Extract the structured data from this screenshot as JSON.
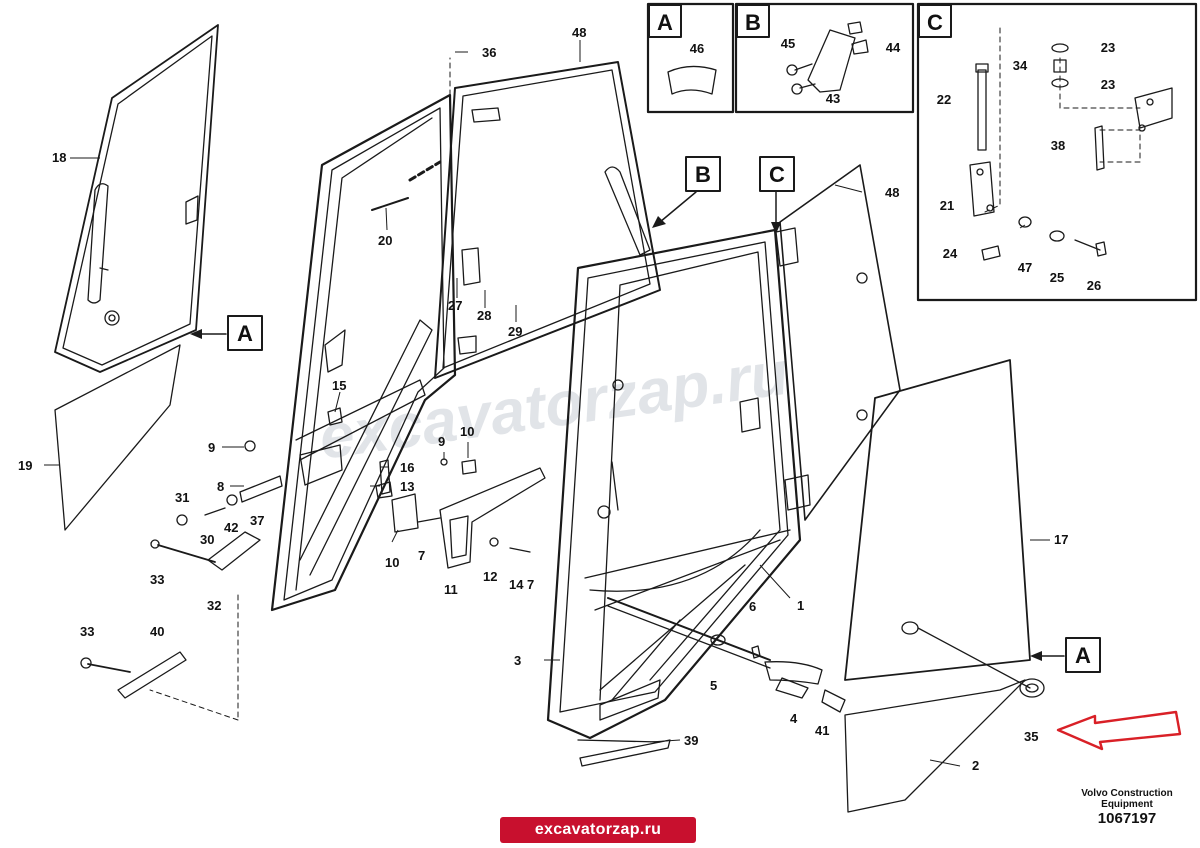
{
  "watermark": "excavatorzap.ru",
  "site_badge": "excavatorzap.ru",
  "footer": {
    "brand_line1": "Volvo Construction",
    "brand_line2": "Equipment",
    "number": "1067197"
  },
  "insets": {
    "a": {
      "letter": "A",
      "labels": [
        "46"
      ]
    },
    "b": {
      "letter": "B",
      "labels": [
        "45",
        "44",
        "43"
      ]
    },
    "c": {
      "letter": "C",
      "labels": [
        "23",
        "34",
        "23",
        "22",
        "38",
        "21",
        "24",
        "47",
        "25",
        "26"
      ]
    }
  },
  "callouts": [
    {
      "letter": "A"
    },
    {
      "letter": "B"
    },
    {
      "letter": "C"
    },
    {
      "letter": "A"
    }
  ],
  "part_labels": [
    "36",
    "48",
    "18",
    "20",
    "48",
    "27",
    "28",
    "29",
    "15",
    "9",
    "9",
    "10",
    "16",
    "13",
    "8",
    "31",
    "42",
    "37",
    "30",
    "19",
    "10",
    "7",
    "11",
    "12",
    "14",
    "7",
    "33",
    "32",
    "1",
    "17",
    "6",
    "33",
    "40",
    "3",
    "5",
    "4",
    "41",
    "39",
    "35",
    "2"
  ],
  "colors": {
    "line": "#1a1a1a",
    "highlight_arrow": "#d92027",
    "badge": "#c8102e"
  }
}
